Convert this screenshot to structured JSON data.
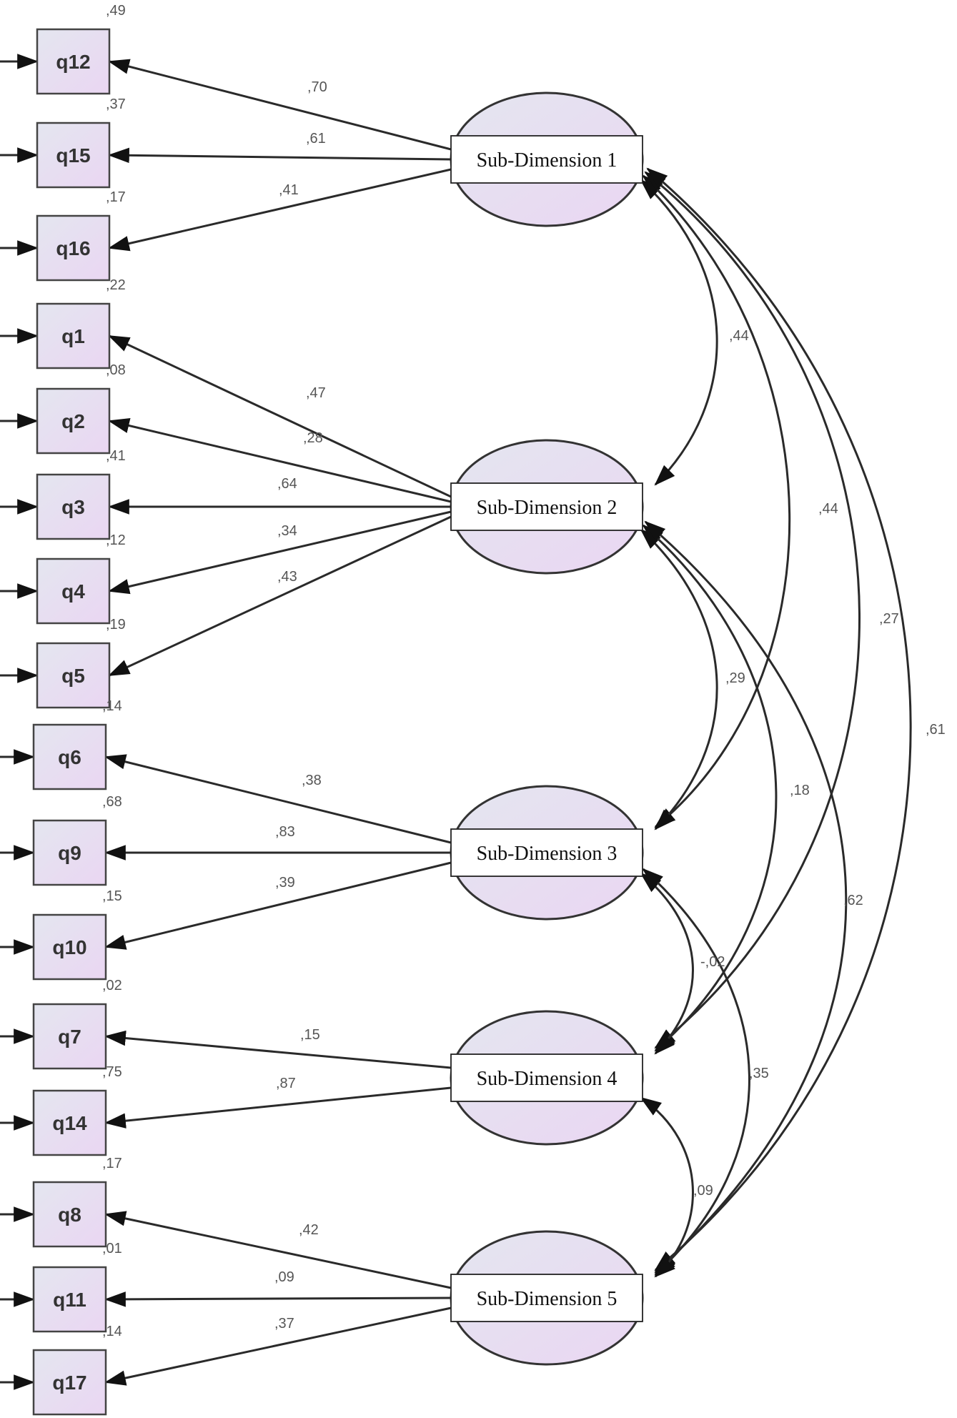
{
  "latents": [
    {
      "id": "D1",
      "label": "Sub-Dimension 1"
    },
    {
      "id": "D2",
      "label": "Sub-Dimension 2"
    },
    {
      "id": "D3",
      "label": "Sub-Dimension 3"
    },
    {
      "id": "D4",
      "label": "Sub-Dimension 4"
    },
    {
      "id": "D5",
      "label": "Sub-Dimension 5"
    }
  ],
  "indicators": [
    {
      "name": "q12",
      "r2": ",49",
      "latent": "D1",
      "loading": ",70"
    },
    {
      "name": "q15",
      "r2": ",37",
      "latent": "D1",
      "loading": ",61"
    },
    {
      "name": "q16",
      "r2": ",17",
      "latent": "D1",
      "loading": ",41"
    },
    {
      "name": "q1",
      "r2": ",22",
      "latent": "D2",
      "loading": ",47"
    },
    {
      "name": "q2",
      "r2": ",08",
      "latent": "D2",
      "loading": ",28"
    },
    {
      "name": "q3",
      "r2": ",41",
      "latent": "D2",
      "loading": ",64"
    },
    {
      "name": "q4",
      "r2": ",12",
      "latent": "D2",
      "loading": ",34"
    },
    {
      "name": "q5",
      "r2": ",19",
      "latent": "D2",
      "loading": ",43"
    },
    {
      "name": "q6",
      "r2": ",14",
      "latent": "D3",
      "loading": ",38"
    },
    {
      "name": "q9",
      "r2": ",68",
      "latent": "D3",
      "loading": ",83"
    },
    {
      "name": "q10",
      "r2": ",15",
      "latent": "D3",
      "loading": ",39"
    },
    {
      "name": "q7",
      "r2": ",02",
      "latent": "D4",
      "loading": ",15"
    },
    {
      "name": "q14",
      "r2": ",75",
      "latent": "D4",
      "loading": ",87"
    },
    {
      "name": "q8",
      "r2": ",17",
      "latent": "D5",
      "loading": ",42"
    },
    {
      "name": "q11",
      "r2": ",01",
      "latent": "D5",
      "loading": ",09"
    },
    {
      "name": "q17",
      "r2": ",14",
      "latent": "D5",
      "loading": ",37"
    }
  ],
  "covariances": [
    {
      "from": "D1",
      "to": "D2",
      "value": ",44"
    },
    {
      "from": "D1",
      "to": "D3",
      "value": ",44"
    },
    {
      "from": "D1",
      "to": "D4",
      "value": ",27"
    },
    {
      "from": "D1",
      "to": "D5",
      "value": ",61"
    },
    {
      "from": "D2",
      "to": "D3",
      "value": ",29"
    },
    {
      "from": "D2",
      "to": "D4",
      "value": ",18"
    },
    {
      "from": "D2",
      "to": "D5",
      "value": ",62"
    },
    {
      "from": "D3",
      "to": "D4",
      "value": "-,02"
    },
    {
      "from": "D3",
      "to": "D5",
      "value": ",35"
    },
    {
      "from": "D4",
      "to": "D5",
      "value": ",09"
    }
  ],
  "colors": {
    "fill_start": "#e4e6f0",
    "fill_end": "#ead6f2",
    "stroke": "#2a2a2a"
  }
}
